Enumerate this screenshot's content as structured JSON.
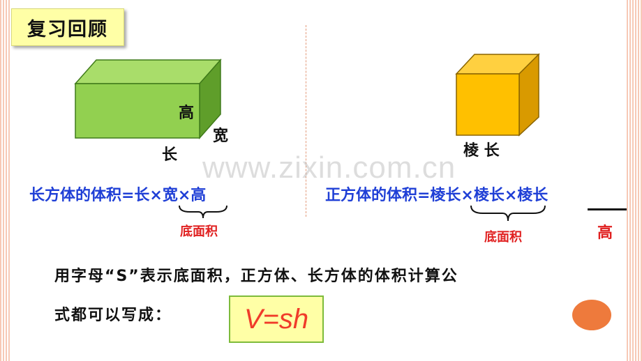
{
  "title": "复习回顾",
  "cuboid": {
    "label_height": "高",
    "label_width": "宽",
    "label_length": "长",
    "formula": "长方体的体积=长×宽×高",
    "base_note": "底面积",
    "color_front": "#92d050",
    "color_top": "#a9dd6a",
    "color_side": "#5f9e2a"
  },
  "cube": {
    "label_edge": "棱 长",
    "formula": "正方体的体积=棱长×棱长×棱长",
    "base_note": "底面积",
    "height_note": "高",
    "color_front": "#ffc000",
    "color_top": "#ffd040",
    "color_side": "#d99a00"
  },
  "watermark": "www.zixin.com.cn",
  "explanation_line1": "用字母“S”表示底面积，正方体、长方体的体积计算公",
  "explanation_line2": "式都可以写成：",
  "final_formula": "V=sh"
}
